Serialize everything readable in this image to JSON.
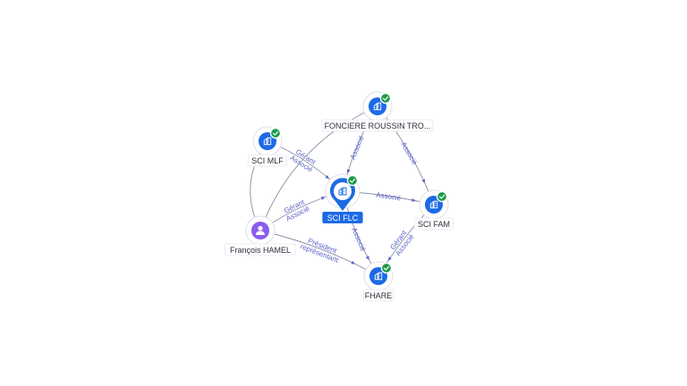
{
  "graph": {
    "nodes": [
      {
        "id": "sci_flc",
        "label": "SCI FLC",
        "type": "company",
        "main": true,
        "verified": true
      },
      {
        "id": "fonciere",
        "label": "FONCIERE ROUSSIN TRO...",
        "type": "company",
        "verified": true
      },
      {
        "id": "sci_mlf",
        "label": "SCI MLF",
        "type": "company",
        "verified": true
      },
      {
        "id": "sci_fam",
        "label": "SCI FAM",
        "type": "company",
        "verified": true
      },
      {
        "id": "fhare",
        "label": "FHARE",
        "type": "company",
        "verified": true
      },
      {
        "id": "francois",
        "label": "François HAMEL",
        "type": "person",
        "verified": false
      }
    ],
    "edges": [
      {
        "from": "sci_mlf",
        "to": "sci_flc",
        "labels": [
          "Gérant",
          "Associé"
        ]
      },
      {
        "from": "fonciere",
        "to": "sci_flc",
        "labels": [
          "Associé"
        ]
      },
      {
        "from": "sci_flc",
        "to": "sci_fam",
        "labels": [
          "Associé"
        ]
      },
      {
        "from": "fonciere",
        "to": "sci_fam",
        "labels": [
          "Associé"
        ]
      },
      {
        "from": "sci_fam",
        "to": "fhare",
        "labels": [
          "Gérant",
          "Associé"
        ]
      },
      {
        "from": "sci_flc",
        "to": "fhare",
        "labels": [
          "Associé"
        ]
      },
      {
        "from": "francois",
        "to": "sci_flc",
        "labels": [
          "Gérant",
          "Associé"
        ]
      },
      {
        "from": "francois",
        "to": "fhare",
        "labels": [
          "Président",
          "représentant"
        ]
      },
      {
        "from": "francois",
        "to": "sci_mlf",
        "labels": []
      },
      {
        "from": "francois",
        "to": "fonciere",
        "labels": []
      }
    ]
  },
  "colors": {
    "company": "#1d6ae5",
    "person": "#8a5cf0",
    "verified": "#1c9a4b",
    "edge_label": "#5a63c8"
  },
  "icons": {
    "company": "building-icon",
    "person": "person-icon",
    "verified": "check-badge-icon"
  }
}
